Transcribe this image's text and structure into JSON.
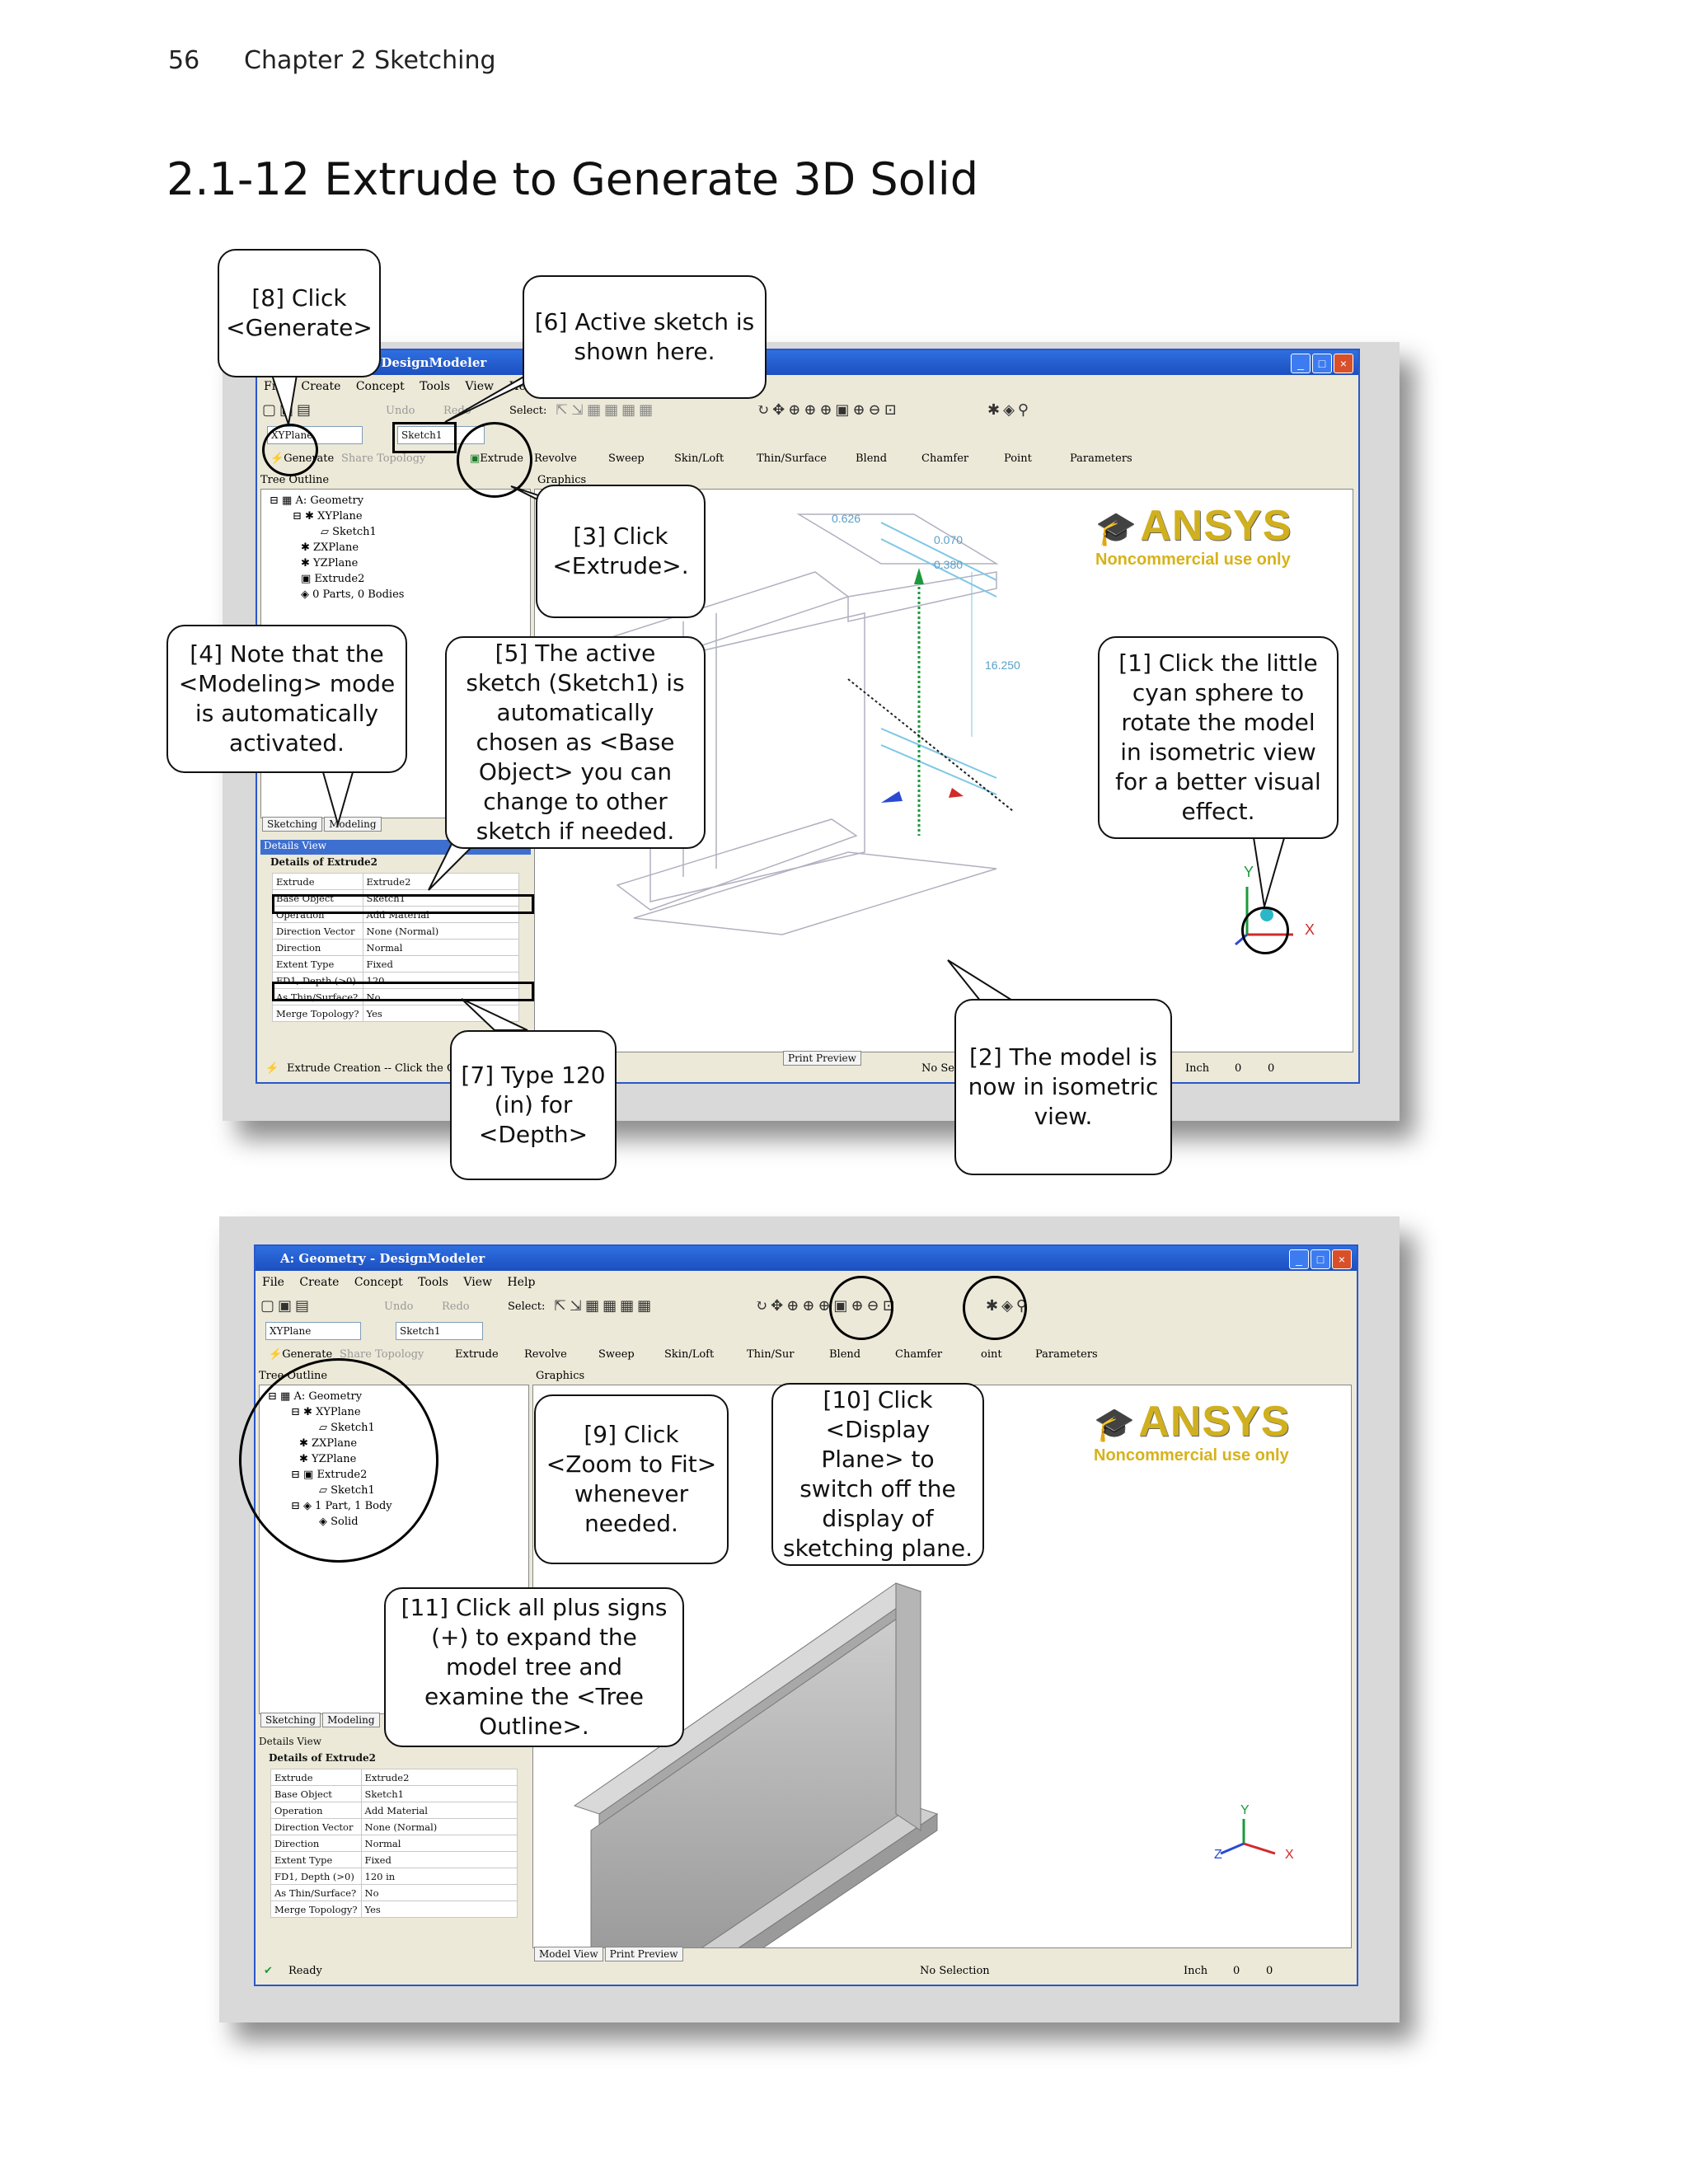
{
  "page_header": {
    "page_number": "56",
    "chapter": "Chapter 2  Sketching"
  },
  "section_title": "2.1-12  Extrude to Generate 3D Solid",
  "colors": {
    "titlebar": "#2f6fe0",
    "ansys_gold": "#d0b01e",
    "window_bg": "#ece9d8"
  },
  "shot1": {
    "window_title": "A: Geometry - DesignModeler",
    "menu": [
      "File",
      "Create",
      "Concept",
      "Tools",
      "View",
      "Help"
    ],
    "undo_label": "Undo",
    "redo_label": "Redo",
    "select_label": "Select:",
    "plane_dropdown": "XYPlane",
    "sketch_dropdown": "Sketch1",
    "generate_label": "Generate",
    "share_topology_label": "Share Topology",
    "features": [
      "Extrude",
      "Revolve",
      "Sweep",
      "Skin/Loft",
      "Thin/Surface",
      "Blend",
      "Chamfer",
      "Point",
      "Parameters"
    ],
    "tree_outline_label": "Tree Outline",
    "graphics_label": "Graphics",
    "tree": [
      "A: Geometry",
      "XYPlane",
      "Sketch1",
      "ZXPlane",
      "YZPlane",
      "Extrude2",
      "0 Parts, 0 Bodies"
    ],
    "tabs": [
      "Sketching",
      "Modeling"
    ],
    "details_view_label": "Details View",
    "details_header": "Details of Extrude2",
    "details": [
      [
        "Extrude",
        "Extrude2"
      ],
      [
        "Base Object",
        "Sketch1"
      ],
      [
        "Operation",
        "Add Material"
      ],
      [
        "Direction Vector",
        "None (Normal)"
      ],
      [
        "Direction",
        "Normal"
      ],
      [
        "Extent Type",
        "Fixed"
      ],
      [
        "FD1, Depth (>0)",
        "120"
      ],
      [
        "As Thin/Surface?",
        "No"
      ],
      [
        "Merge Topology?",
        "Yes"
      ]
    ],
    "dims": [
      "0.626",
      "0.070",
      "0.380",
      "16.250"
    ],
    "bottom_tab": "Print Preview",
    "status": {
      "message": "Extrude Creation -- Click the Ge",
      "selection": "No Sel",
      "units": "Inch",
      "v1": "0",
      "v2": "0"
    },
    "axis": {
      "y": "Y",
      "x": "X"
    }
  },
  "shot2": {
    "window_title": "A: Geometry - DesignModeler",
    "menu": [
      "File",
      "Create",
      "Concept",
      "Tools",
      "View",
      "Help"
    ],
    "undo_label": "Undo",
    "redo_label": "Redo",
    "select_label": "Select:",
    "plane_dropdown": "XYPlane",
    "sketch_dropdown": "Sketch1",
    "generate_label": "Generate",
    "share_topology_label": "Share Topology",
    "features": [
      "Extrude",
      "Revolve",
      "Sweep",
      "Skin/Loft",
      "Thin/Sur",
      "Blend",
      "Chamfer",
      "oint",
      "Parameters"
    ],
    "tree_outline_label": "Tree Outline",
    "graphics_label": "Graphics",
    "tree": [
      "A: Geometry",
      "XYPlane",
      "Sketch1",
      "ZXPlane",
      "YZPlane",
      "Extrude2",
      "Sketch1",
      "1 Part, 1 Body",
      "Solid"
    ],
    "tabs": [
      "Sketching",
      "Modeling"
    ],
    "details_view_label": "Details View",
    "details_header": "Details of Extrude2",
    "details": [
      [
        "Extrude",
        "Extrude2"
      ],
      [
        "Base Object",
        "Sketch1"
      ],
      [
        "Operation",
        "Add Material"
      ],
      [
        "Direction Vector",
        "None (Normal)"
      ],
      [
        "Direction",
        "Normal"
      ],
      [
        "Extent Type",
        "Fixed"
      ],
      [
        "FD1, Depth (>0)",
        "120 in"
      ],
      [
        "As Thin/Surface?",
        "No"
      ],
      [
        "Merge Topology?",
        "Yes"
      ]
    ],
    "bottom_tabs": [
      "Model View",
      "Print Preview"
    ],
    "status": {
      "message": "Ready",
      "selection": "No Selection",
      "units": "Inch",
      "v1": "0",
      "v2": "0"
    },
    "axis": {
      "y": "Y",
      "x": "X",
      "z": "Z"
    }
  },
  "ansys": {
    "logo": "ANSYS",
    "sub": "Noncommercial use only"
  },
  "callouts": {
    "c8": "[8] Click <Generate>",
    "c6": "[6] Active sketch is shown here.",
    "c3": "[3] Click <Extrude>.",
    "c4": "[4] Note that the <Modeling> mode is automatically activated.",
    "c5": "[5] The active sketch (Sketch1) is automatically chosen as <Base Object> you can change to other sketch if needed.",
    "c1": "[1] Click the little cyan sphere to rotate the model in isometric view for a better visual effect.",
    "c7": "[7] Type 120 (in) for <Depth>",
    "c2": "[2] The model is now in isometric view.",
    "c9": "[9] Click <Zoom to Fit> whenever needed.",
    "c10": "[10] Click <Display Plane> to switch off the display of sketching plane.",
    "c11": "[11] Click all plus signs (+) to expand the model tree and examine the <Tree Outline>."
  }
}
